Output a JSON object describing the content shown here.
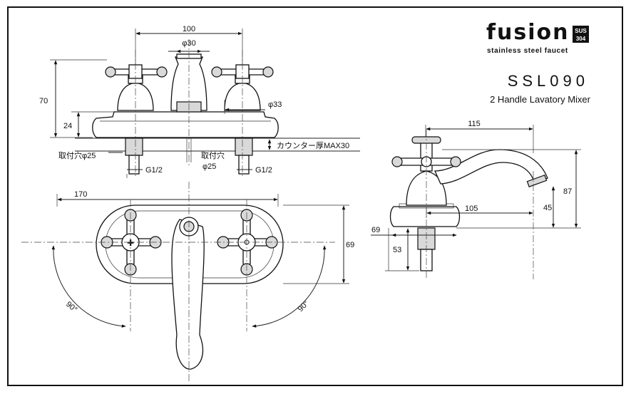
{
  "brand": {
    "name": "fusion",
    "badge_top": "SUS",
    "badge_bottom": "304",
    "tagline": "stainless steel faucet"
  },
  "product": {
    "model": "SSL090",
    "description": "2 Handle Lavatory Mixer"
  },
  "front_view": {
    "dim_width": "100",
    "dim_spout_dia": "φ30",
    "dim_height": "70",
    "dim_base_height": "24",
    "dim_handle_dia": "φ33",
    "mount_hole_left": "取付穴φ25",
    "mount_hole_center_1": "取付穴",
    "mount_hole_center_2": "φ25",
    "thread_left": "G1/2",
    "thread_right": "G1/2",
    "counter_thickness": "カウンター厚MAX30"
  },
  "top_view": {
    "dim_width": "170",
    "dim_depth": "69",
    "angle_left": "90°",
    "angle_right": "90°"
  },
  "side_view": {
    "dim_reach": "115",
    "dim_spout_reach": "105",
    "dim_height": "87",
    "dim_spout_height": "45",
    "dim_base": "69",
    "dim_shank": "53"
  }
}
